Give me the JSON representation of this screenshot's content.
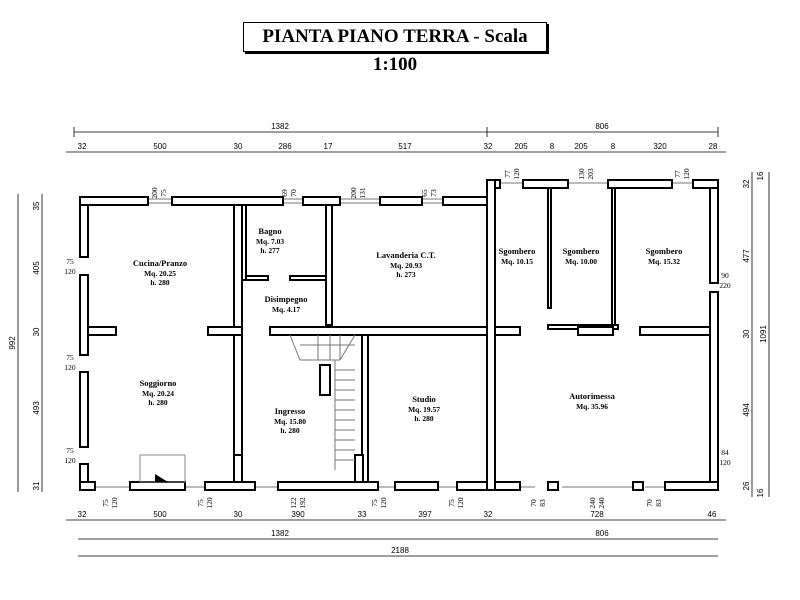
{
  "title": "PIANTA PIANO TERRA - Scala 1:100",
  "top_dims": {
    "total_left": "1382",
    "total_right": "806",
    "segments": [
      "32",
      "500",
      "30",
      "286",
      "17",
      "517",
      "32",
      "205",
      "8",
      "205",
      "8",
      "320",
      "28"
    ]
  },
  "bottom_dims": {
    "segments": [
      "32",
      "500",
      "30",
      "390",
      "33",
      "397",
      "32",
      "728",
      "46"
    ],
    "total_left": "1382",
    "total_right": "806",
    "overall": "2188"
  },
  "left_dims": {
    "segments": [
      "35",
      "405",
      "30",
      "493",
      "31"
    ],
    "total": "992"
  },
  "right_dims": {
    "segments": [
      "32",
      "16",
      "477",
      "30",
      "494",
      "26",
      "16"
    ],
    "total": "1091"
  },
  "rooms": [
    {
      "name": "Cucina/Pranzo",
      "area": "Mq. 20.25",
      "height": "h. 280"
    },
    {
      "name": "Bagno",
      "area": "Mq. 7.03",
      "height": "h. 277"
    },
    {
      "name": "Lavanderia C.T.",
      "area": "Mq. 20.93",
      "height": "h. 273"
    },
    {
      "name": "Disimpegno",
      "area": "Mq. 4.17"
    },
    {
      "name": "Soggiorno",
      "area": "Mq. 20.24",
      "height": "h. 280"
    },
    {
      "name": "Ingresso",
      "area": "Mq. 15.80",
      "height": "h. 280"
    },
    {
      "name": "Studio",
      "area": "Mq. 19.57",
      "height": "h. 280"
    },
    {
      "name": "Sgombero",
      "area": "Mq. 10.15"
    },
    {
      "name": "Sgombero",
      "area": "Mq. 10.00"
    },
    {
      "name": "Sgombero",
      "area": "Mq. 15.32"
    },
    {
      "name": "Autorimessa",
      "area": "Mq. 35.96"
    }
  ],
  "openings_top": [
    [
      "200",
      "75"
    ],
    [
      "69",
      "70"
    ],
    [
      "200",
      "131"
    ],
    [
      "65",
      "73"
    ],
    [
      "77",
      "120"
    ],
    [
      "130",
      "203"
    ],
    [
      "77",
      "120"
    ]
  ],
  "openings_bottom": [
    [
      "75",
      "120"
    ],
    [
      "75",
      "120"
    ],
    [
      "122",
      "192"
    ],
    [
      "75",
      "120"
    ],
    [
      "75",
      "120"
    ],
    [
      "70",
      "83"
    ],
    [
      "240",
      "240"
    ],
    [
      "70",
      "83"
    ]
  ],
  "openings_left": [
    [
      "75",
      "120"
    ],
    [
      "75",
      "120"
    ],
    [
      "75",
      "120"
    ]
  ],
  "openings_right": [
    [
      "90",
      "220"
    ],
    [
      "84",
      "120"
    ]
  ]
}
